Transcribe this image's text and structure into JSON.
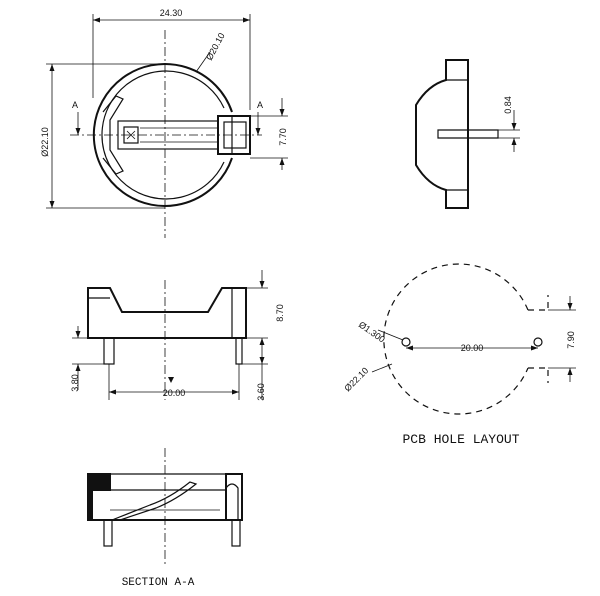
{
  "top_view": {
    "width_dim": "24.30",
    "diameter_holder": "Ø20.10",
    "diameter_outer": "Ø22.10",
    "height_dim": "7.70",
    "section_mark_left": "A",
    "section_mark_right": "A"
  },
  "side_view": {
    "thickness_dim": "0.84"
  },
  "front_view": {
    "height_dim": "8.70",
    "pin_left_dim": "3.80",
    "pin_right_dim": "3.60",
    "pin_span_dim": "20.00"
  },
  "pcb_layout": {
    "hole_dim": "Ø1.300",
    "span_dim": "20.00",
    "offset_dim": "7.90",
    "circle_dim": "Ø22.10",
    "title": "PCB HOLE LAYOUT"
  },
  "section": {
    "title": "SECTION  A-A"
  }
}
